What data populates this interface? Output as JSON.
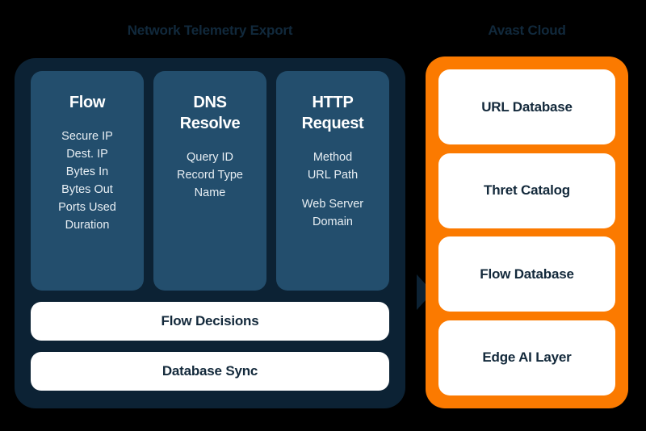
{
  "diagram": {
    "background_color": "#000000",
    "accent_dark": "#0c2234",
    "accent_card": "#234e6d",
    "accent_orange": "#fb7a00",
    "text_dark": "#13293b"
  },
  "left_section": {
    "title": "Network Telemetry Export",
    "cards": [
      {
        "title": "Flow",
        "fields": [
          "Secure IP",
          "Dest. IP",
          "Bytes In",
          "Bytes Out",
          "Ports Used",
          "Duration"
        ]
      },
      {
        "title": "DNS\nResolve",
        "fields": [
          "Query ID",
          "Record Type",
          "Name"
        ]
      },
      {
        "title": "HTTP\nRequest",
        "fields": [
          "Method",
          "URL Path",
          "Web Server\nDomain"
        ]
      }
    ],
    "bars": [
      {
        "label": "Flow Decisions"
      },
      {
        "label": "Database Sync"
      }
    ]
  },
  "right_section": {
    "title": "Avast Cloud",
    "cards": [
      {
        "label": "URL Database"
      },
      {
        "label": "Thret Catalog"
      },
      {
        "label": "Flow Database"
      },
      {
        "label": "Edge AI Layer"
      }
    ]
  }
}
